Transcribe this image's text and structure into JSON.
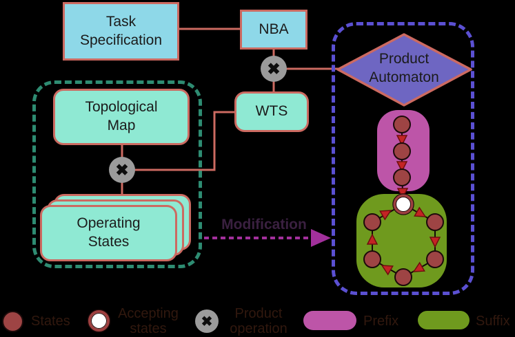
{
  "boxes": {
    "task_specification": "Task Specification",
    "nba": "NBA",
    "wts": "WTS",
    "topological_map": "Topological Map",
    "operating_states": "Operating States",
    "product_automaton": "Product Automaton"
  },
  "labels": {
    "modification": "Modification"
  },
  "icons": {
    "product_operation_glyph": "✖"
  },
  "legend": [
    {
      "symbol": "state-circle",
      "label": "States"
    },
    {
      "symbol": "accepting-state-circle",
      "label": "Accepting states"
    },
    {
      "symbol": "product-operation-circle",
      "label": "Product operation"
    },
    {
      "symbol": "prefix-swatch",
      "label": "Prefix"
    },
    {
      "symbol": "suffix-swatch",
      "label": "Suffix"
    }
  ],
  "graph": {
    "prefix_chain_states": 3,
    "suffix_cycle_states": 6,
    "suffix_accepting_states": 1
  },
  "colors": {
    "background": "#000000",
    "box_blue": "#8ed8e8",
    "box_teal": "#8fe9d3",
    "border_salmon": "#cc6a61",
    "diamond_purple": "#6e66c2",
    "prefix_magenta": "#bd55a8",
    "suffix_green": "#6f9a1e",
    "state_node_red": "#9e4444",
    "arrowhead_red": "#c32424",
    "product_operation_gray": "#9b9b9b",
    "group_dash_green": "#2e8c72",
    "group_dash_blue": "#5b50d2",
    "modification_magenta": "#a2309c"
  }
}
